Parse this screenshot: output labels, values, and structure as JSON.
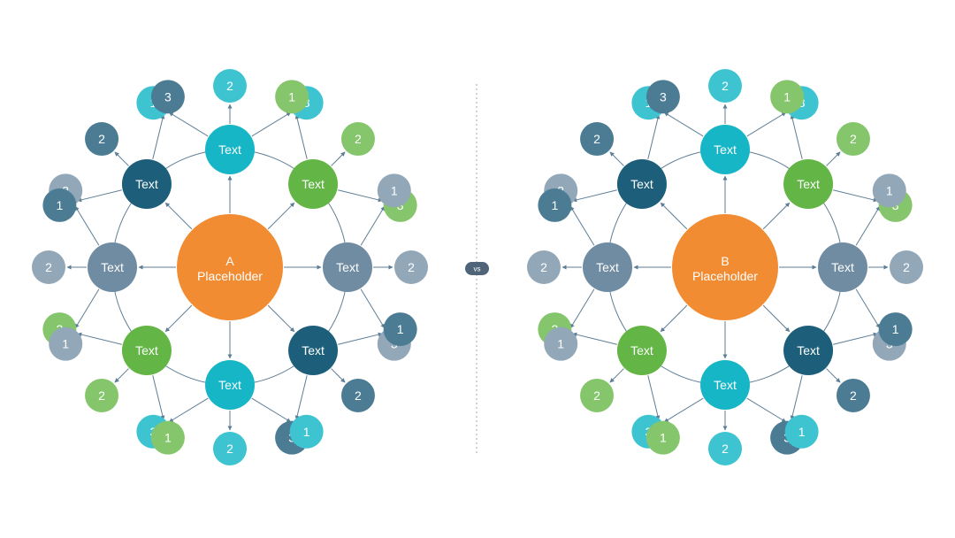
{
  "colors": {
    "center": "#F28C33",
    "teal": "#17B6C6",
    "green": "#63B546",
    "navy": "#1D5F7B",
    "slate": "#6F8CA3",
    "light_teal": "#3EC4D1",
    "light_green": "#85C66C",
    "light_navy": "#4B7C93",
    "light_slate": "#92A7B8",
    "line": "#5d7d95",
    "divider": "#9aa6b0",
    "vs_bg": "#4f6478"
  },
  "vs_label": "vs",
  "diagrams": [
    {
      "center": {
        "letter": "A",
        "label": "Placeholder"
      },
      "hubs": [
        {
          "label": "Text",
          "color": "teal",
          "children": [
            "1",
            "2",
            "3"
          ]
        },
        {
          "label": "Text",
          "color": "green",
          "children": [
            "1",
            "2",
            "3"
          ]
        },
        {
          "label": "Text",
          "color": "slate",
          "children": [
            "1",
            "2",
            "3"
          ]
        },
        {
          "label": "Text",
          "color": "navy",
          "children": [
            "1",
            "2",
            "3"
          ]
        },
        {
          "label": "Text",
          "color": "teal",
          "children": [
            "1",
            "2",
            "3"
          ]
        },
        {
          "label": "Text",
          "color": "green",
          "children": [
            "1",
            "2",
            "3"
          ]
        },
        {
          "label": "Text",
          "color": "slate",
          "children": [
            "1",
            "2",
            "3"
          ]
        },
        {
          "label": "Text",
          "color": "navy",
          "children": [
            "1",
            "2",
            "3"
          ]
        }
      ]
    },
    {
      "center": {
        "letter": "B",
        "label": "Placeholder"
      },
      "hubs": [
        {
          "label": "Text",
          "color": "teal",
          "children": [
            "1",
            "2",
            "3"
          ]
        },
        {
          "label": "Text",
          "color": "green",
          "children": [
            "1",
            "2",
            "3"
          ]
        },
        {
          "label": "Text",
          "color": "slate",
          "children": [
            "1",
            "2",
            "3"
          ]
        },
        {
          "label": "Text",
          "color": "navy",
          "children": [
            "1",
            "2",
            "3"
          ]
        },
        {
          "label": "Text",
          "color": "teal",
          "children": [
            "1",
            "2",
            "3"
          ]
        },
        {
          "label": "Text",
          "color": "green",
          "children": [
            "1",
            "2",
            "3"
          ]
        },
        {
          "label": "Text",
          "color": "slate",
          "children": [
            "1",
            "2",
            "3"
          ]
        },
        {
          "label": "Text",
          "color": "navy",
          "children": [
            "1",
            "2",
            "3"
          ]
        }
      ]
    }
  ]
}
